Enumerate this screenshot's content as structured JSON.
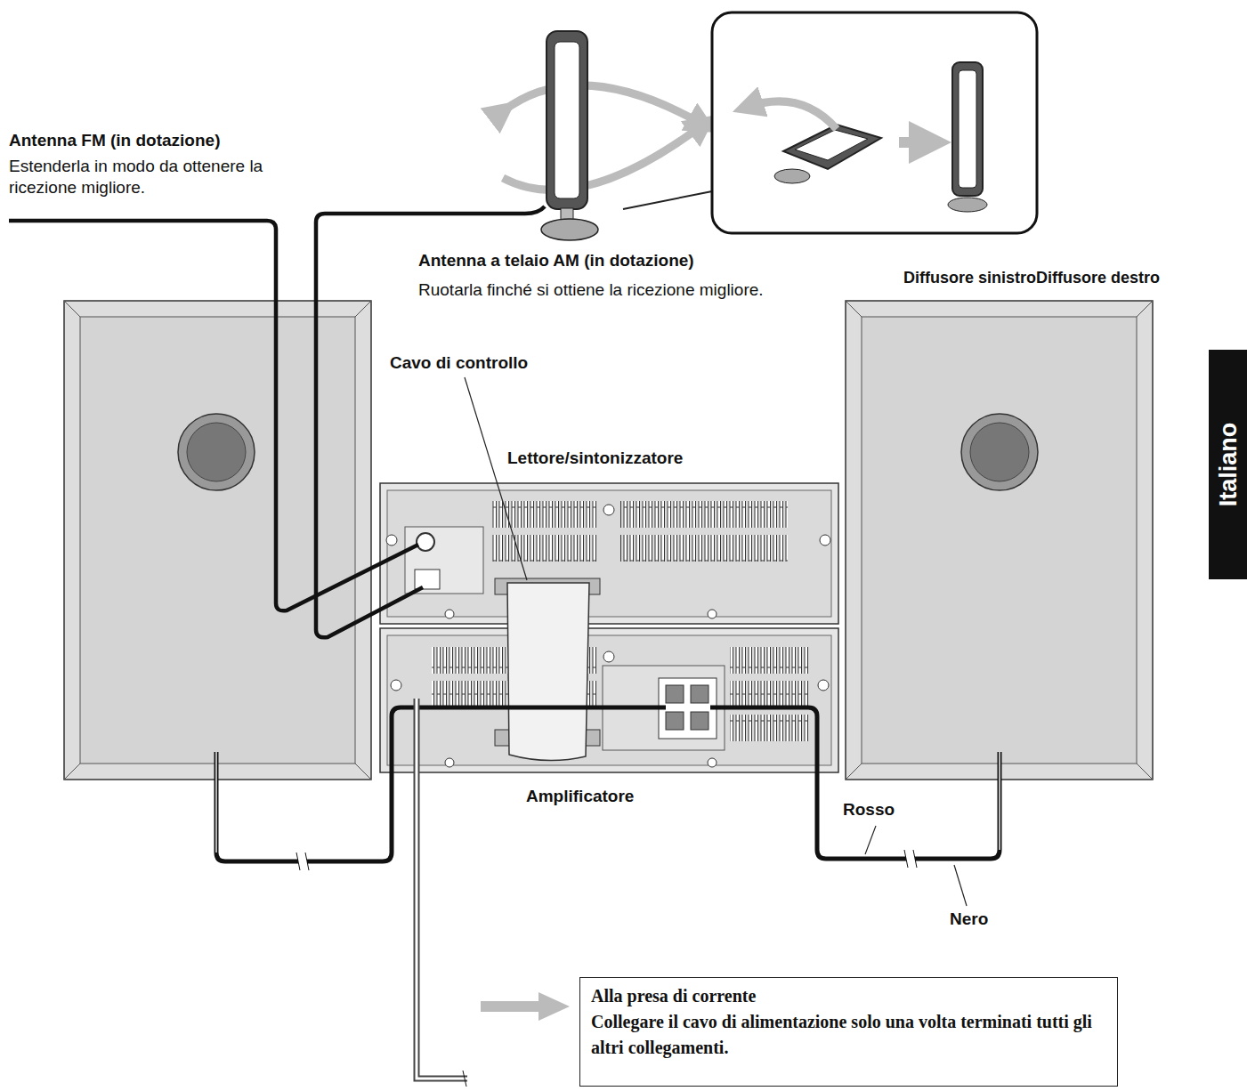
{
  "diagram": {
    "nodes": [
      {
        "text": [
          "Italiano"
        ]
      },
      {
        "text": [
          "Alla presa di corrente",
          "Collegare il cavo di alimentazione solo una volta terminati tutti gli altri collegamenti."
        ]
      }
    ],
    "labels": [
      "Antenna FM (in dotazione)",
      "Estenderla in modo da ottenere la ricezione migliore.",
      "Antenna a telaio AM (in dotazione)",
      "Ruotarla finché si ottiene la ricezione migliore.",
      "Diffusore sinistroDiffusore destro",
      "Cavo di controllo",
      "Lettore/sintonizzatore",
      "Amplificatore",
      "Rosso",
      "Nero"
    ]
  }
}
